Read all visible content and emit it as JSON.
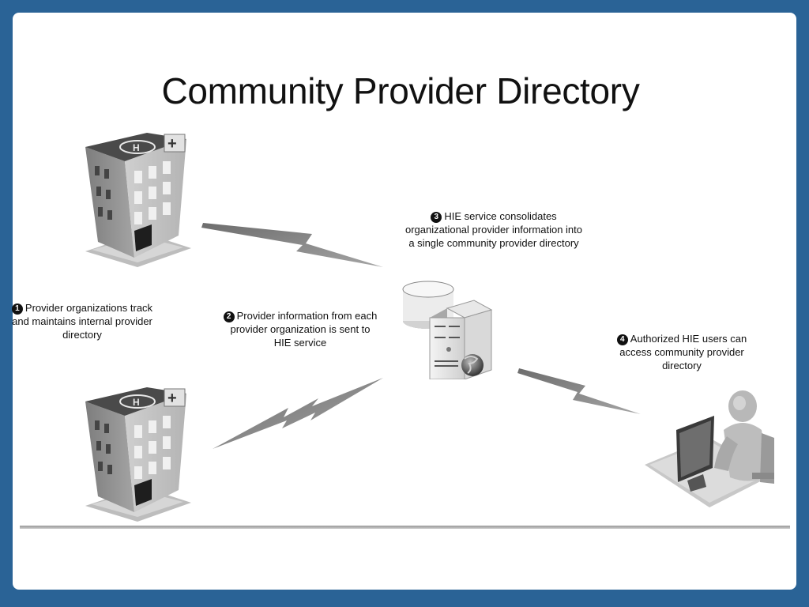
{
  "title": "Community Provider Directory",
  "steps": [
    {
      "number": "1",
      "text": "Provider organizations track and maintains internal provider directory"
    },
    {
      "number": "2",
      "text": "Provider information from each provider organization is sent to HIE service"
    },
    {
      "number": "3",
      "text": "HIE service consolidates organizational provider information into a single community provider directory"
    },
    {
      "number": "4",
      "text": "Authorized HIE users can access community provider directory"
    }
  ],
  "icons": {
    "hospital": "hospital-building-icon",
    "server": "database-server-icon",
    "user": "computer-user-icon",
    "link": "lightning-link-icon"
  },
  "colors": {
    "frame": "#2a6396",
    "background": "#ffffff",
    "bolt": "#8c8c8c"
  }
}
